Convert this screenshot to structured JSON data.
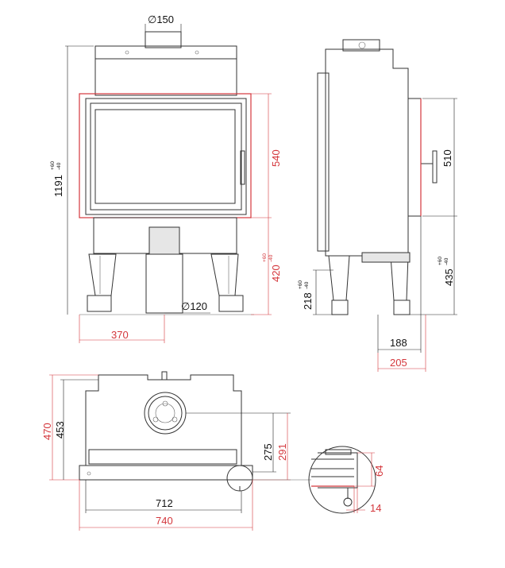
{
  "colors": {
    "line": "#333333",
    "dimension": "#222222",
    "highlight": "#d4373c",
    "background": "#ffffff"
  },
  "front_view": {
    "flue_diameter": "150",
    "height_total": "1191",
    "height_total_tol_plus": "+60",
    "height_total_tol_minus": "-40",
    "door_height": "540",
    "base_height": "420",
    "base_height_tol_plus": "+60",
    "base_height_tol_minus": "-40",
    "air_inlet_diameter": "120",
    "half_width": "370"
  },
  "side_view": {
    "door_height": "510",
    "base_height": "435",
    "base_height_tol_plus": "+60",
    "base_height_tol_minus": "-40",
    "inlet_height": "218",
    "inlet_height_tol_plus": "+60",
    "inlet_height_tol_minus": "-40",
    "depth_body": "188",
    "depth_total": "205"
  },
  "top_view": {
    "depth_total": "470",
    "depth_body": "453",
    "axis_body": "275",
    "axis_total": "291",
    "width_body": "712",
    "width_total": "740"
  },
  "detail_view": {
    "frame_height": "64",
    "frame_offset": "14"
  },
  "symbols": {
    "diameter": "∅"
  }
}
